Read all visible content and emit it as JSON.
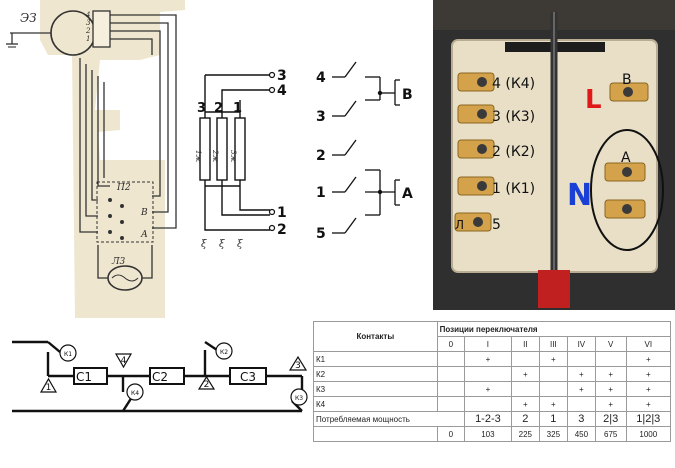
{
  "wiring_sketch": {
    "heater_label": "ЭЗ",
    "pins": [
      "4",
      "3",
      "2",
      "1"
    ],
    "switch_label": "П2",
    "terminal_labels": [
      "В",
      "А"
    ],
    "lamp_label": "Л3"
  },
  "heater_schematic": {
    "coil_labels": [
      "3",
      "2",
      "1"
    ],
    "coil_marks": [
      "1ж",
      "2ж",
      "3ж"
    ],
    "terminals": [
      "3",
      "4",
      "1",
      "2"
    ],
    "bottom_marks": [
      "ξ",
      "ξ",
      "ξ"
    ]
  },
  "switch_schematic": {
    "contacts": [
      "4",
      "3",
      "2",
      "1",
      "5"
    ],
    "outputs": [
      "В",
      "А"
    ]
  },
  "photo": {
    "contact_labels": [
      "4 (К4)",
      "3 (К3)",
      "2 (К2)",
      "1 (К1)",
      "5"
    ],
    "left_small_label": "Л",
    "terminal_B": "В",
    "terminal_A": "А",
    "letter_L": "L",
    "letter_N": "N",
    "colors": {
      "letter_L": "#e01818",
      "letter_N": "#1a3fd6",
      "brass": "#d4a24a",
      "ceramic": "#e8dfc6"
    }
  },
  "power_diagram": {
    "resistors": [
      "С1",
      "С2",
      "С3"
    ],
    "switches": [
      "К1",
      "К2",
      "К3",
      "К4"
    ],
    "nodes": [
      "1",
      "4",
      "2",
      "3"
    ]
  },
  "table": {
    "header_contacts": "Контакты",
    "header_positions": "Позиции переключателя",
    "positions": [
      "0",
      "I",
      "II",
      "III",
      "IV",
      "V",
      "VI"
    ],
    "rows": [
      {
        "name": "К1",
        "cells": [
          "",
          "+",
          "",
          "+",
          "",
          "",
          "+"
        ]
      },
      {
        "name": "К2",
        "cells": [
          "",
          "",
          "+",
          "",
          "+",
          "+",
          "+"
        ]
      },
      {
        "name": "К3",
        "cells": [
          "",
          "+",
          "",
          "",
          "+",
          "+",
          "+"
        ]
      },
      {
        "name": "К4",
        "cells": [
          "",
          "",
          "+",
          "+",
          "",
          "+",
          "+"
        ]
      }
    ],
    "combo_label": "Потребляемая мощность",
    "combos": [
      "1-2-3",
      "2",
      "1",
      "3",
      "2|3",
      "1|2|3"
    ],
    "watts": [
      "0",
      "103",
      "225",
      "325",
      "450",
      "675",
      "1000"
    ]
  }
}
